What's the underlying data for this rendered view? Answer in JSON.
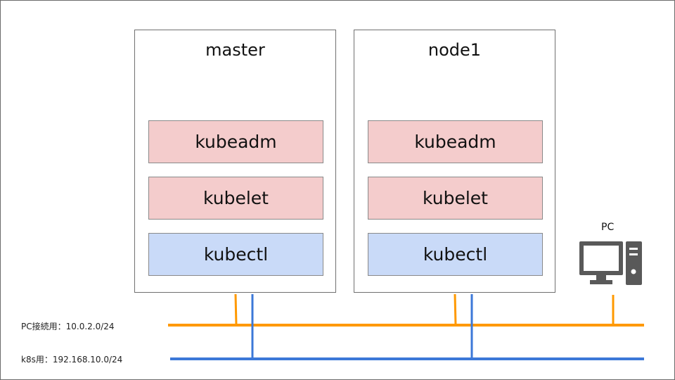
{
  "servers": [
    {
      "title": "master",
      "components": [
        {
          "label": "kubeadm",
          "color": "#f4cccc"
        },
        {
          "label": "kubelet",
          "color": "#f4cccc"
        },
        {
          "label": "kubectl",
          "color": "#c9daf8"
        }
      ]
    },
    {
      "title": "node1",
      "components": [
        {
          "label": "kubeadm",
          "color": "#f4cccc"
        },
        {
          "label": "kubelet",
          "color": "#f4cccc"
        },
        {
          "label": "kubectl",
          "color": "#c9daf8"
        }
      ]
    }
  ],
  "networks": [
    {
      "label": "PC接続用：10.0.2.0/24",
      "color": "#ff9900"
    },
    {
      "label": "k8s用：192.168.10.0/24",
      "color": "#3c78d8"
    }
  ],
  "pc": {
    "label": "PC",
    "icon": "desktop-computer-icon",
    "color": "#595959"
  }
}
